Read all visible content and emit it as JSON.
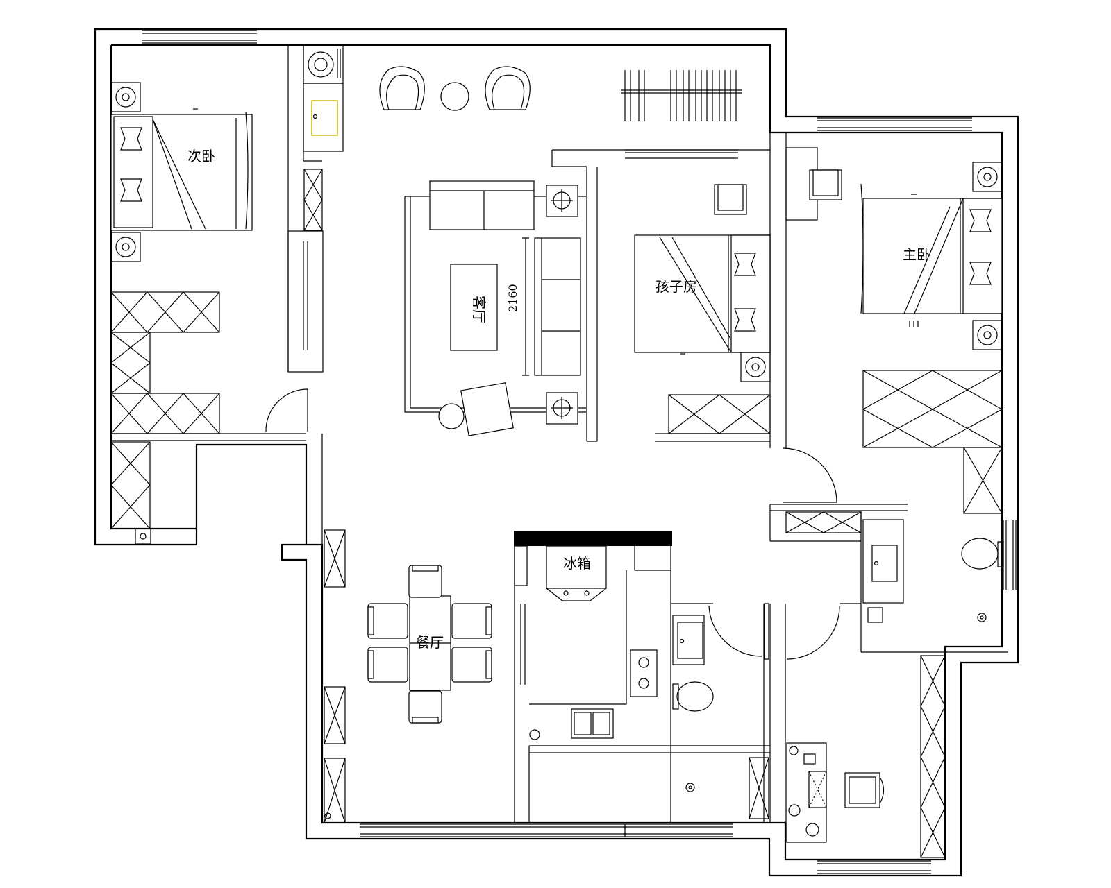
{
  "rooms": {
    "second_bedroom": "次卧",
    "living_room": "客厅",
    "child_room": "孩子房",
    "master_bedroom": "主卧",
    "dining_room": "餐厅",
    "fridge": "冰箱"
  },
  "dimensions": {
    "sofa_length": "2160"
  }
}
